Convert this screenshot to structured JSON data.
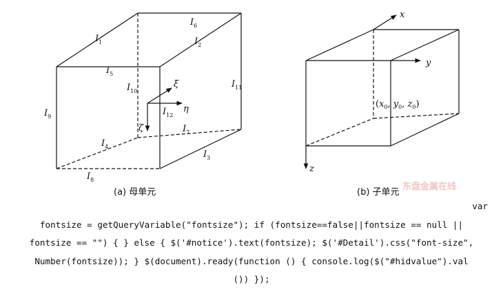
{
  "figure_a": {
    "caption": "(a) 母单元",
    "edge_labels": [
      {
        "base": "I",
        "sub": "1"
      },
      {
        "base": "I",
        "sub": "2"
      },
      {
        "base": "I",
        "sub": "3"
      },
      {
        "base": "I",
        "sub": "4"
      },
      {
        "base": "I",
        "sub": "5"
      },
      {
        "base": "I",
        "sub": "6"
      },
      {
        "base": "I",
        "sub": "7"
      },
      {
        "base": "I",
        "sub": "8"
      },
      {
        "base": "I",
        "sub": "9"
      },
      {
        "base": "I",
        "sub": "10"
      },
      {
        "base": "I",
        "sub": "11"
      },
      {
        "base": "I",
        "sub": "12"
      }
    ],
    "axes": {
      "xi": "ξ",
      "eta": "η",
      "zeta": "ζ"
    }
  },
  "figure_b": {
    "caption": "(b) 子单元",
    "axes": {
      "x": "x",
      "y": "y",
      "z": "z"
    },
    "origin_label": {
      "open": "(",
      "x": "x",
      "y": "y",
      "z": "z",
      "sub": "0",
      "sep": ", ",
      "close": ")"
    }
  },
  "watermark": "东盘金属在线",
  "code_lines": [
    "var",
    "fontsize = getQueryVariable(\"fontsize\"); if (fontsize==false||fontsize == null ||",
    "fontsize == \"\") { } else { $('#notice').text(fontsize); $('#Detail').css(\"font-size\",",
    "Number(fontsize)); } $(document).ready(function () { console.log($(\"#hidvalue\").val",
    "()) });"
  ]
}
